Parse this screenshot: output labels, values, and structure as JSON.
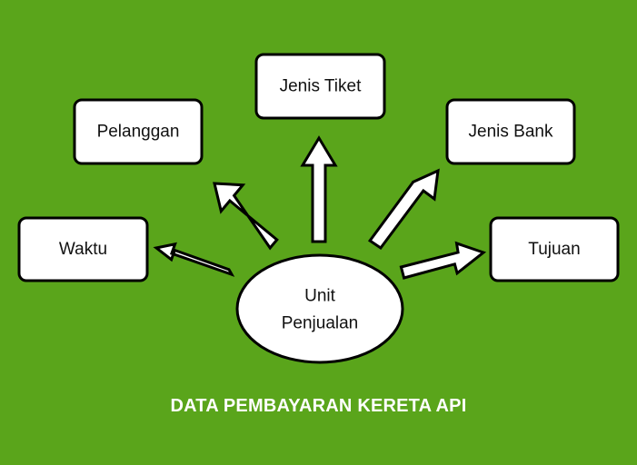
{
  "diagram": {
    "center": {
      "line1": "Unit",
      "line2": "Penjualan"
    },
    "nodes": {
      "waktu": "Waktu",
      "pelanggan": "Pelanggan",
      "jenis_tiket": "Jenis Tiket",
      "jenis_bank": "Jenis Bank",
      "tujuan": "Tujuan"
    },
    "title": "DATA PEMBAYARAN KERETA API"
  },
  "colors": {
    "background": "#5aa51b",
    "node_fill": "#ffffff",
    "stroke": "#000000",
    "title_text": "#ffffff"
  }
}
